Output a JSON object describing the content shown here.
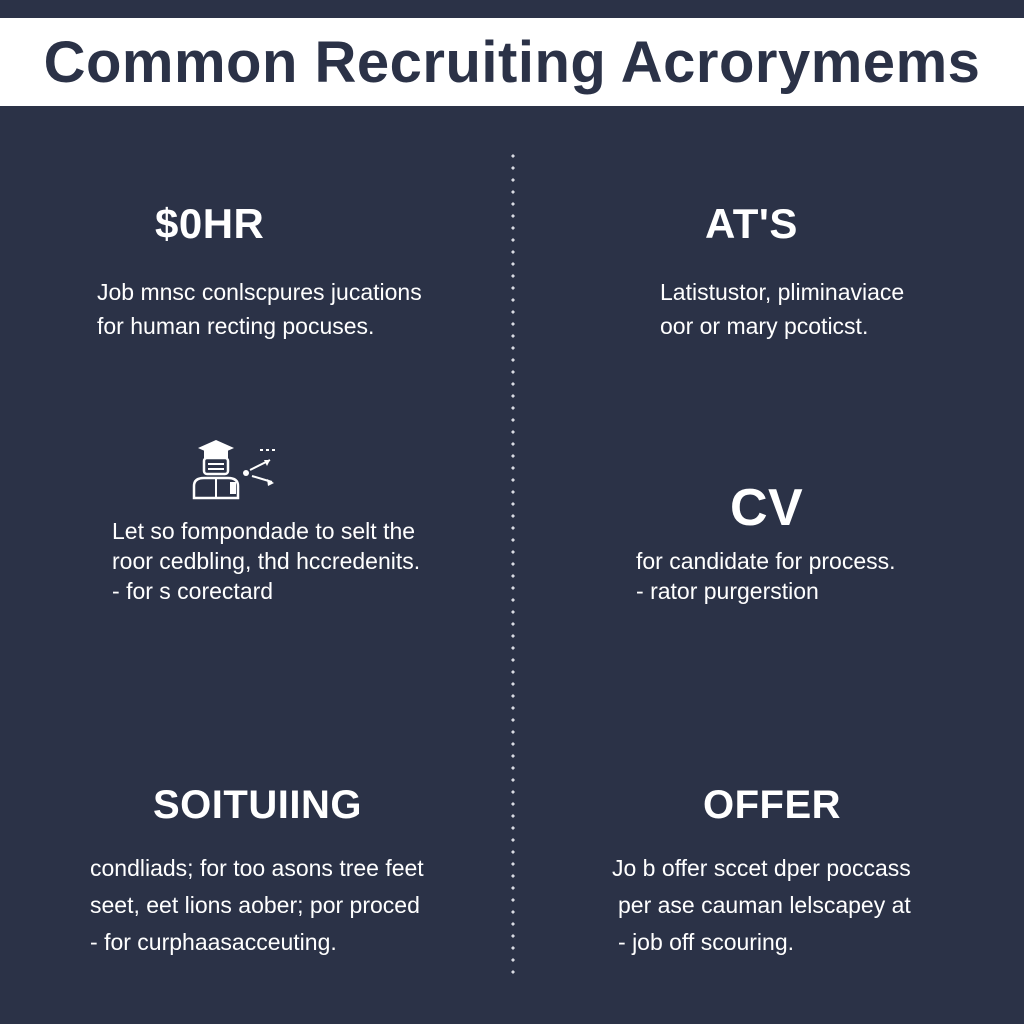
{
  "title": "Common Recruiting Acrorymems",
  "colors": {
    "background": "#2b3247",
    "title_bar": "#ffffff",
    "title_text": "#2b3247",
    "text": "#ffffff",
    "divider_dots": "#d8dbe3"
  },
  "sections": {
    "top_left": {
      "heading": "$0HR",
      "lines": [
        "Job mnsc conlscpures jucations",
        "for human recting pocuses."
      ]
    },
    "top_right": {
      "heading": "AT'S",
      "lines": [
        "Latistustor, pliminaviace",
        "oor or mary pcoticst."
      ]
    },
    "middle_left": {
      "icon": "recruiter-graduate-icon",
      "lines": [
        "Let so fompondade to selt the",
        "roor cedbling, thd hccredenits.",
        "for s corectard"
      ]
    },
    "middle_right": {
      "heading": "CV",
      "lines": [
        "for candidate for process.",
        "rator purgerstion"
      ]
    },
    "bottom_left": {
      "heading": "SOITUIING",
      "lines": [
        "condliads; for too asons tree feet",
        "seet, eet lions aober; por proced",
        "for curphaasacceuting."
      ]
    },
    "bottom_right": {
      "heading": "OFFER",
      "lines": [
        "Jo b offer sccet dper poccass",
        "per ase cauman lelscapey at",
        "job off scouring."
      ]
    }
  }
}
